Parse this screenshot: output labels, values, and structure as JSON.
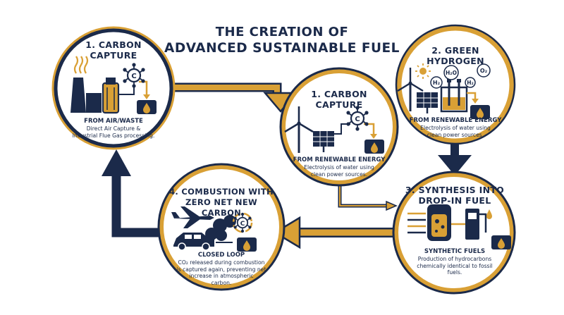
{
  "title": {
    "line1": "THE CREATION OF",
    "line2": "ADVANCED SUSTAINABLE FUEL"
  },
  "colors": {
    "navy": "#1b2a4a",
    "gold": "#d9a035",
    "background": "#ffffff"
  },
  "steps": {
    "capture_air": {
      "heading_line1": "1. CARBON",
      "heading_line2": "CAPTURE",
      "subheading": "FROM AIR/WASTE",
      "desc_line1": "Direct Air Capture &",
      "desc_line2": "Industrial Flue Gas processing."
    },
    "capture_renewable": {
      "heading_line1": "1. CARBON",
      "heading_line2": "CAPTURE",
      "subheading": "FROM RENEWABLE ENERGY",
      "desc_line1": "Electrolysis of water using",
      "desc_line2": "clean power sources."
    },
    "green_hydrogen": {
      "heading_line1": "2. GREEN",
      "heading_line2": "HYDROGEN",
      "subheading": "FROM RENEWABLE ENERGY",
      "desc_line1": "Electrolysis of water using",
      "desc_line2": "clean power sources."
    },
    "synthesis": {
      "heading_line1": "3. SYNTHESIS INTO",
      "heading_line2": "DROP-IN FUEL",
      "subheading": "SYNTHETIC FUELS",
      "desc_line1": "Production of hydrocarbons",
      "desc_line2": "chemically identical to fossil",
      "desc_line3": "fuels."
    },
    "combustion": {
      "heading_line1": "4. COMBUSTION WITH",
      "heading_line2": "ZERO NET NEW CARBON",
      "subheading": "CLOSED LOOP",
      "desc_line1": "CO₂ released during combustion",
      "desc_line2": "is captured again, preventing net",
      "desc_line3": "increase in atmospheric",
      "desc_line4": "carbon."
    }
  },
  "icon_labels": {
    "carbon": "C",
    "h2": "H₂",
    "h2o": "H₂O",
    "o2": "O₂"
  },
  "icons": [
    "factory-icon",
    "smoke-icon",
    "carbon-molecule-icon",
    "fuel-tank-icon",
    "wind-turbine-icon",
    "solar-panel-icon",
    "sun-icon",
    "electrolyzer-icon",
    "reactor-icon",
    "fuel-pump-icon",
    "airplane-icon",
    "car-icon",
    "recycle-icon"
  ]
}
